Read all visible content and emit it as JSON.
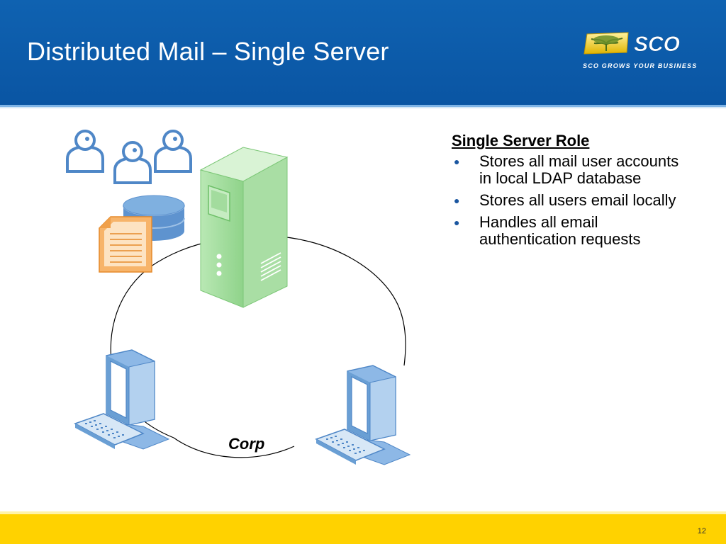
{
  "slide": {
    "title": "Distributed Mail – Single Server",
    "page_number": "12"
  },
  "logo": {
    "wordmark": "SCO",
    "tagline": "SCO GROWS YOUR BUSINESS"
  },
  "diagram": {
    "network_label": "Corp"
  },
  "role_panel": {
    "heading": "Single Server Role",
    "bullets": [
      "Stores all mail user accounts in local LDAP database",
      "Stores all users email locally",
      "Handles all email authentication requests"
    ]
  },
  "colors": {
    "header_blue": "#0f62b1",
    "footer_yellow": "#ffd200",
    "server_green": "#9fd99a",
    "computer_blue": "#6a9fd4",
    "document_orange": "#f7b46a"
  },
  "icons": [
    "users-icon",
    "database-icon",
    "document-icon",
    "server-icon",
    "computer-icon",
    "logo-tree-icon"
  ]
}
